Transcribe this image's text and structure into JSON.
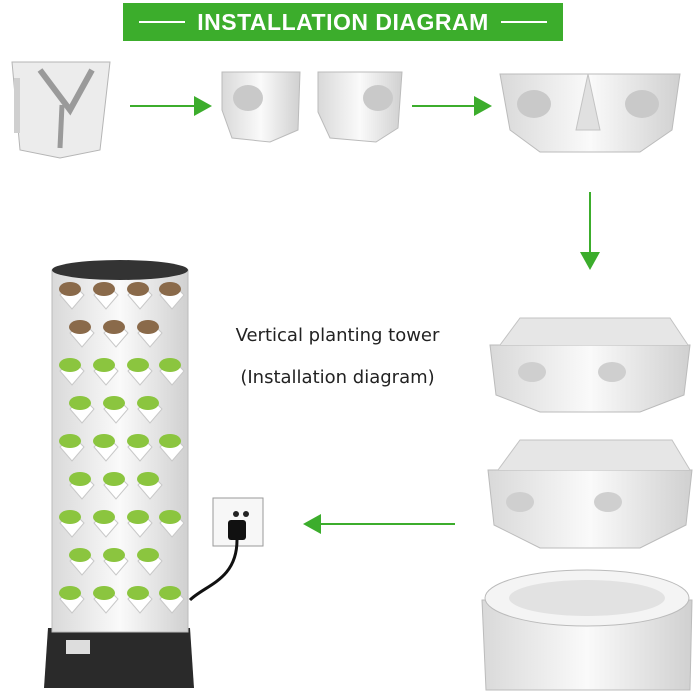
{
  "header": {
    "title": "INSTALLATION DIAGRAM"
  },
  "caption": {
    "line1": "Vertical planting tower",
    "line2": "(Installation diagram)"
  },
  "colors": {
    "banner": "#3cad2c",
    "arrow": "#3cad2c",
    "leaf": "#8bc53f",
    "tower": "#f2f2f2"
  }
}
